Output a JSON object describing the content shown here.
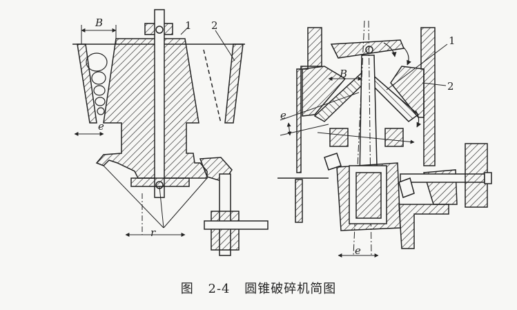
{
  "figure": {
    "caption": "图 2-4 圆锥破碎机简图",
    "left_diagram": {
      "labels": {
        "B": "B",
        "e": "e",
        "r": "r",
        "part1": "1",
        "part2": "2"
      }
    },
    "right_diagram": {
      "labels": {
        "B": "B",
        "e_top": "e",
        "e_bottom": "e",
        "part1": "1",
        "part2": "2"
      }
    }
  }
}
